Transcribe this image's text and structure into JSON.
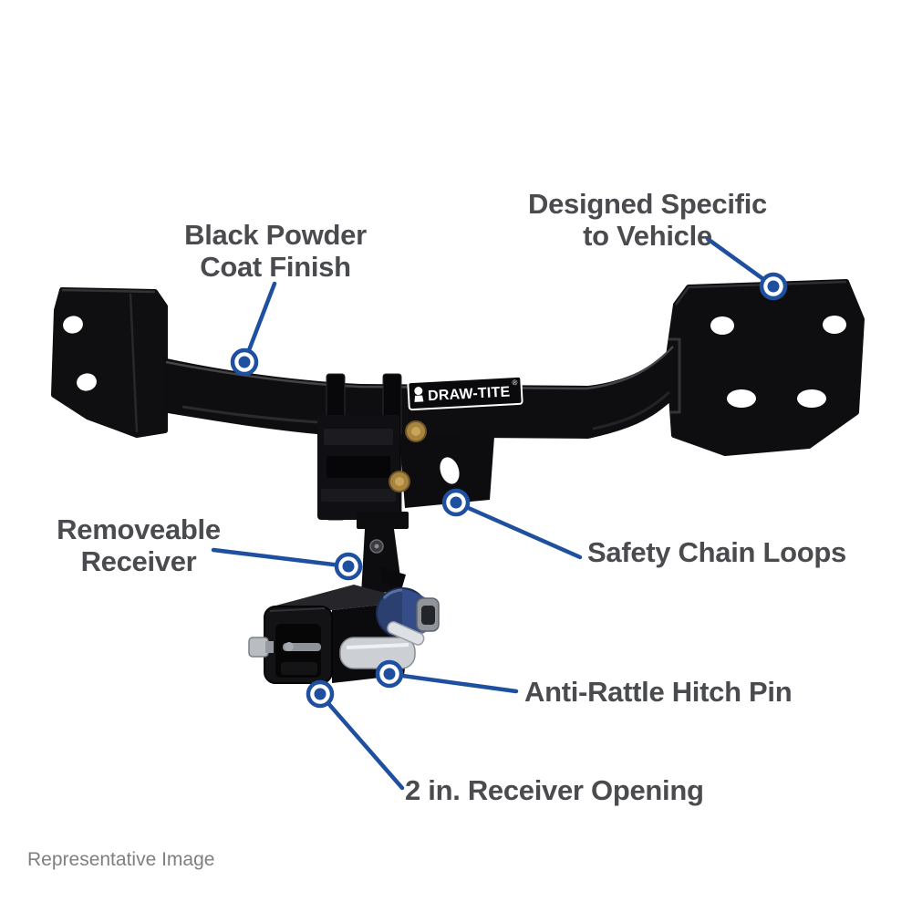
{
  "image": {
    "type": "annotated-product-photo",
    "product": "vehicle trailer hitch",
    "background": "#ffffff"
  },
  "branding": {
    "logo_text": "DRAW-TITE",
    "registered_mark": "®"
  },
  "callouts": [
    {
      "id": "black-powder-coat-finish",
      "label": "Black Powder\nCoat Finish"
    },
    {
      "id": "designed-specific-to-vehicle",
      "label": "Designed Specific\nto Vehicle"
    },
    {
      "id": "removeable-receiver",
      "label": "Removeable\nReceiver"
    },
    {
      "id": "safety-chain-loops",
      "label": "Safety Chain Loops"
    },
    {
      "id": "anti-rattle-hitch-pin",
      "label": "Anti-Rattle Hitch Pin"
    },
    {
      "id": "receiver-opening",
      "label": "2 in. Receiver Opening"
    }
  ],
  "footer": {
    "note": "Representative Image"
  },
  "colors": {
    "callout_blue": "#1e509f",
    "label_gray": "#4a4b4f",
    "footnote_gray": "#7f7f82",
    "hitch_black": "#0e0e10",
    "knob_navy": "#2b4070",
    "bolt_brass": "#a8853f",
    "pin_chrome": "#ccd0d5"
  }
}
